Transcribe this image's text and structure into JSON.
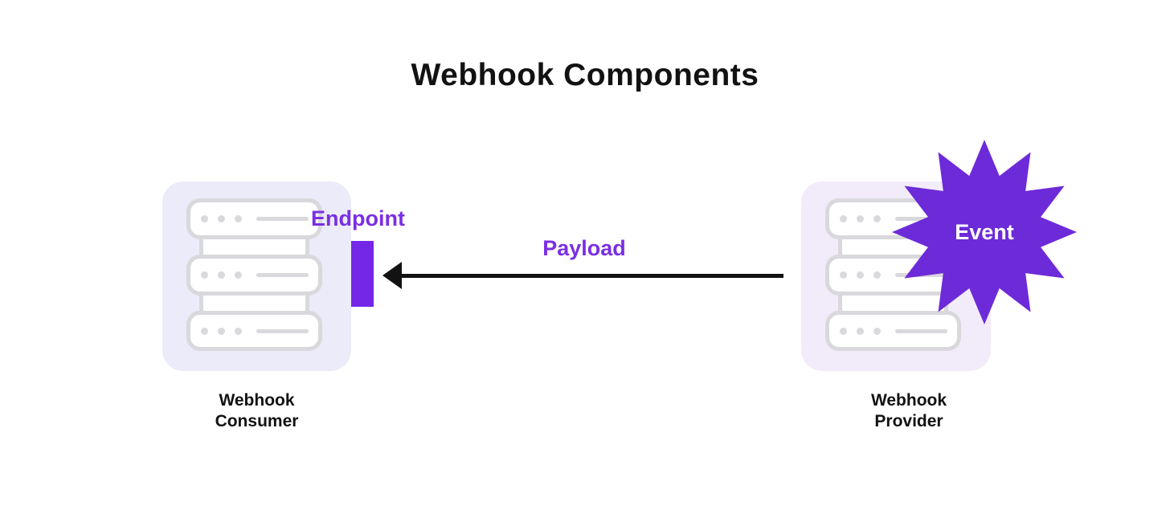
{
  "title": "Webhook Components",
  "nodes": {
    "consumer": {
      "label_line1": "Webhook",
      "label_line2": "Consumer"
    },
    "provider": {
      "label_line1": "Webhook",
      "label_line2": "Provider"
    }
  },
  "annotations": {
    "endpoint": "Endpoint",
    "payload": "Payload",
    "event": "Event"
  },
  "colors": {
    "canvas_bg": "#FFFFFF",
    "text": "#121212",
    "accent_text": "#7A2FE2",
    "endpoint_bar": "#7527E8",
    "star_fill": "#6D2AD8",
    "consumer_bg": "#EBEBF9",
    "provider_bg": "#F2ECFA",
    "server_stroke": "#D9D8DC",
    "arrow": "#121212"
  }
}
